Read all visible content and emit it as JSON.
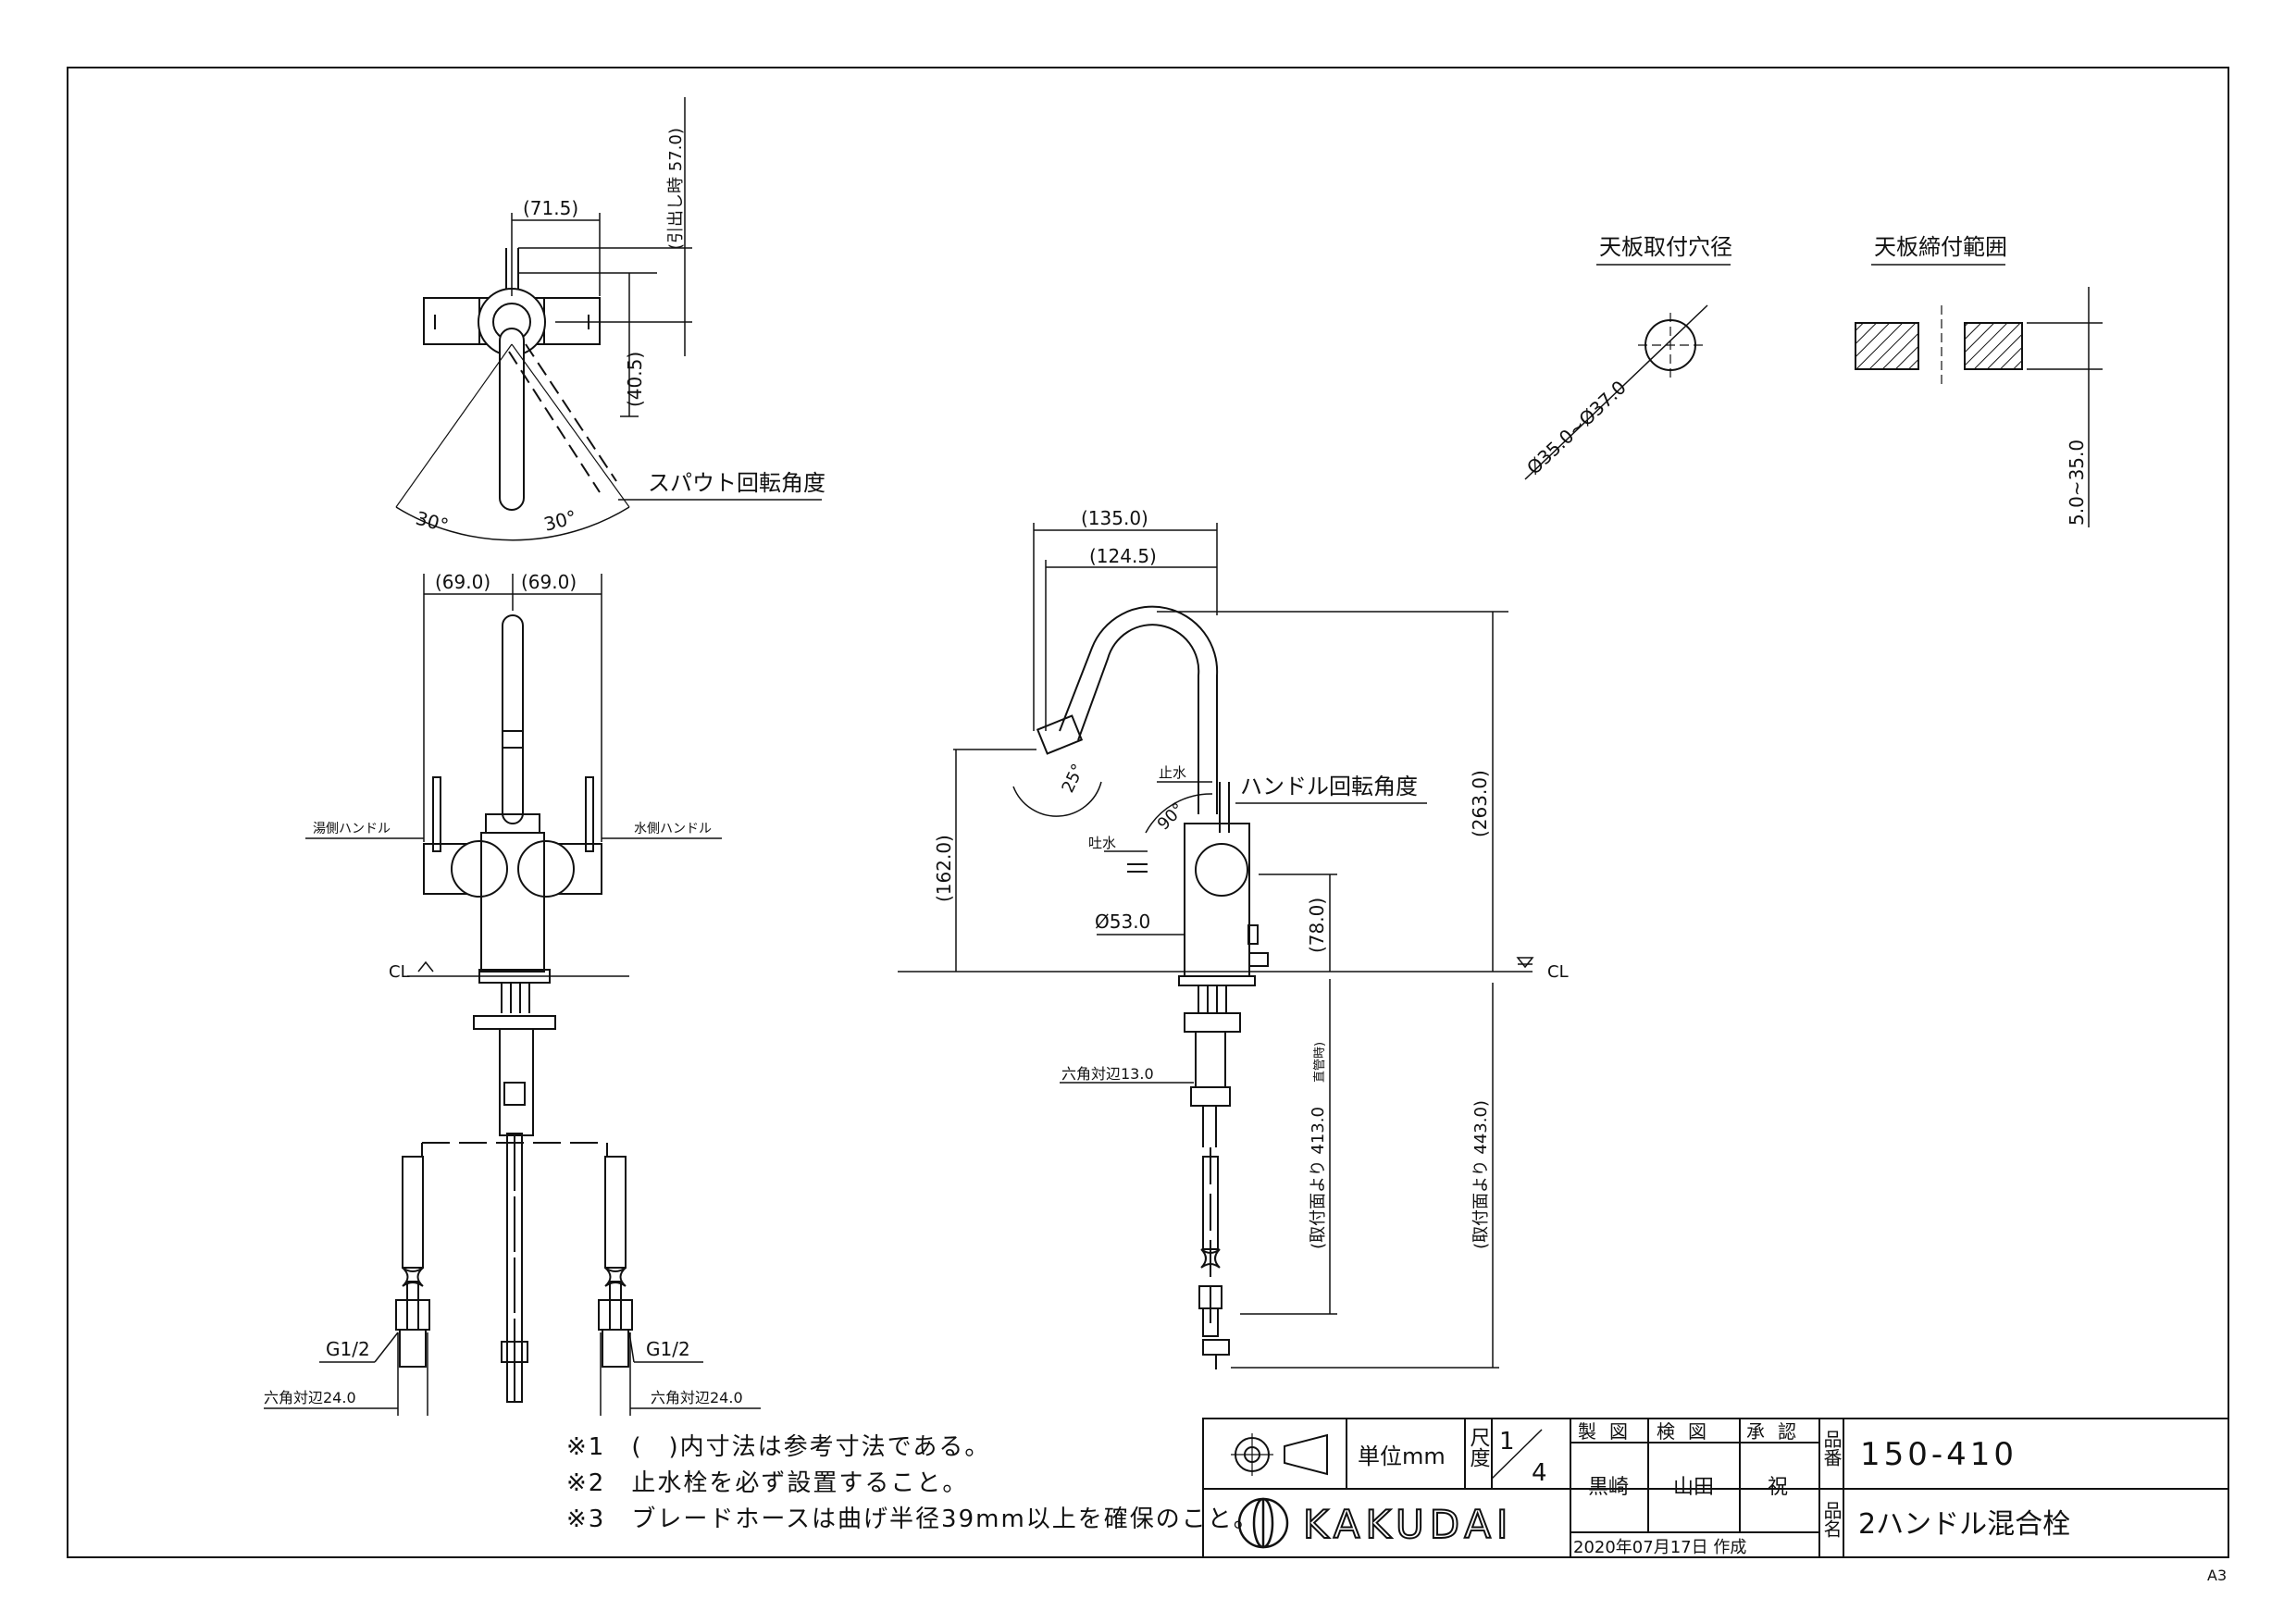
{
  "top_view": {
    "dim_width": "(71.5)",
    "dim_pull": "(引出し時 57.0)",
    "dim_depth": "(40.5)",
    "angle_left": "30°",
    "angle_right": "30°",
    "spout_rotation_label": "スパウト回転角度"
  },
  "front_view": {
    "dim_left": "(69.0)",
    "dim_right": "(69.0)",
    "hot_handle": "湯側ハンドル",
    "cold_handle": "水側ハンドル",
    "cl_label": "CL",
    "thread_left": "G1/2",
    "thread_right": "G1/2",
    "hex_left": "六角対辺24.0",
    "hex_right": "六角対辺24.0"
  },
  "side_view": {
    "dim_reach_outer": "(135.0)",
    "dim_reach_inner": "(124.5)",
    "dim_height": "(263.0)",
    "dim_spout_height": "(162.0)",
    "dim_base": "(78.0)",
    "dim_diameter": "Ø53.0",
    "angle_spout": "25°",
    "angle_handle": "90°",
    "stop_label": "止水",
    "open_label": "吐水",
    "handle_rotation_label": "ハンドル回転角度",
    "hex_label": "六角対辺13.0",
    "dim_pipe_1": "(取付面より 413.0",
    "dim_pipe_1_note": "直管時)",
    "dim_pipe_2": "(取付面より 443.0)",
    "cl_label": "CL"
  },
  "mounting": {
    "hole_title": "天板取付穴径",
    "hole_dim": "Ø35.0~Ø37.0",
    "range_title": "天板締付範囲",
    "range_dim": "5.0~35.0"
  },
  "notes": [
    "※1　(　)内寸法は参考寸法である。",
    "※2　止水栓を必ず設置すること。",
    "※3　ブレードホースは曲げ半径39mm以上を確保のこと。"
  ],
  "title_block": {
    "unit_label": "単位mm",
    "scale_label": "尺度",
    "scale_num": "1",
    "scale_den": "4",
    "drawn_label": "製図",
    "checked_label": "検図",
    "approved_label": "承認",
    "drawn_by": "黒崎",
    "checked_by": "山田",
    "approved_by": "祝",
    "part_no_label": "品番",
    "part_no": "150-410",
    "part_name_label": "品名",
    "part_name": "2ハンドル混合栓",
    "brand": "KAKUDAI",
    "date": "2020年07月17日 作成"
  },
  "sheet_size": "A3"
}
